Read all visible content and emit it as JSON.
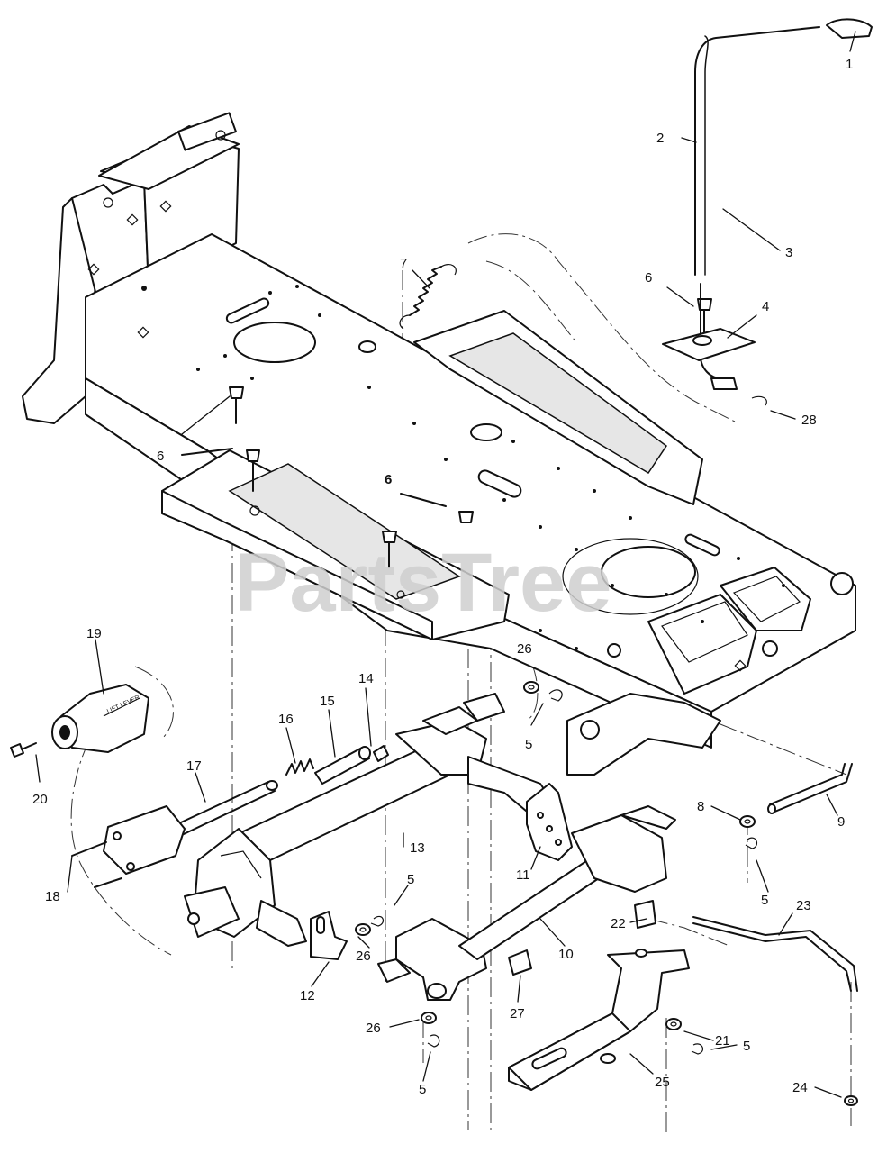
{
  "watermark": "PartsTree",
  "decal_text": "LIFT LEVER",
  "callouts": [
    {
      "id": "c1",
      "text": "1"
    },
    {
      "id": "c2",
      "text": "2"
    },
    {
      "id": "c3",
      "text": "3"
    },
    {
      "id": "c6a",
      "text": "6"
    },
    {
      "id": "c4",
      "text": "4"
    },
    {
      "id": "c28",
      "text": "28"
    },
    {
      "id": "c7",
      "text": "7"
    },
    {
      "id": "c6b",
      "text": "6"
    },
    {
      "id": "c6c",
      "text": "6"
    },
    {
      "id": "c19",
      "text": "19"
    },
    {
      "id": "c20",
      "text": "20"
    },
    {
      "id": "c26a",
      "text": "26"
    },
    {
      "id": "c5a",
      "text": "5"
    },
    {
      "id": "c14",
      "text": "14"
    },
    {
      "id": "c15",
      "text": "15"
    },
    {
      "id": "c16",
      "text": "16"
    },
    {
      "id": "c17",
      "text": "17"
    },
    {
      "id": "c18",
      "text": "18"
    },
    {
      "id": "c13",
      "text": "13"
    },
    {
      "id": "c11",
      "text": "11"
    },
    {
      "id": "c8",
      "text": "8"
    },
    {
      "id": "c9",
      "text": "9"
    },
    {
      "id": "c5b",
      "text": "5"
    },
    {
      "id": "c5c",
      "text": "5"
    },
    {
      "id": "c26b",
      "text": "26"
    },
    {
      "id": "c12",
      "text": "12"
    },
    {
      "id": "c10",
      "text": "10"
    },
    {
      "id": "c22",
      "text": "22"
    },
    {
      "id": "c23",
      "text": "23"
    },
    {
      "id": "c27",
      "text": "27"
    },
    {
      "id": "c26c",
      "text": "26"
    },
    {
      "id": "c21",
      "text": "21"
    },
    {
      "id": "c5d",
      "text": "5"
    },
    {
      "id": "c25",
      "text": "25"
    },
    {
      "id": "c5e",
      "text": "5"
    },
    {
      "id": "c24",
      "text": "24"
    }
  ]
}
